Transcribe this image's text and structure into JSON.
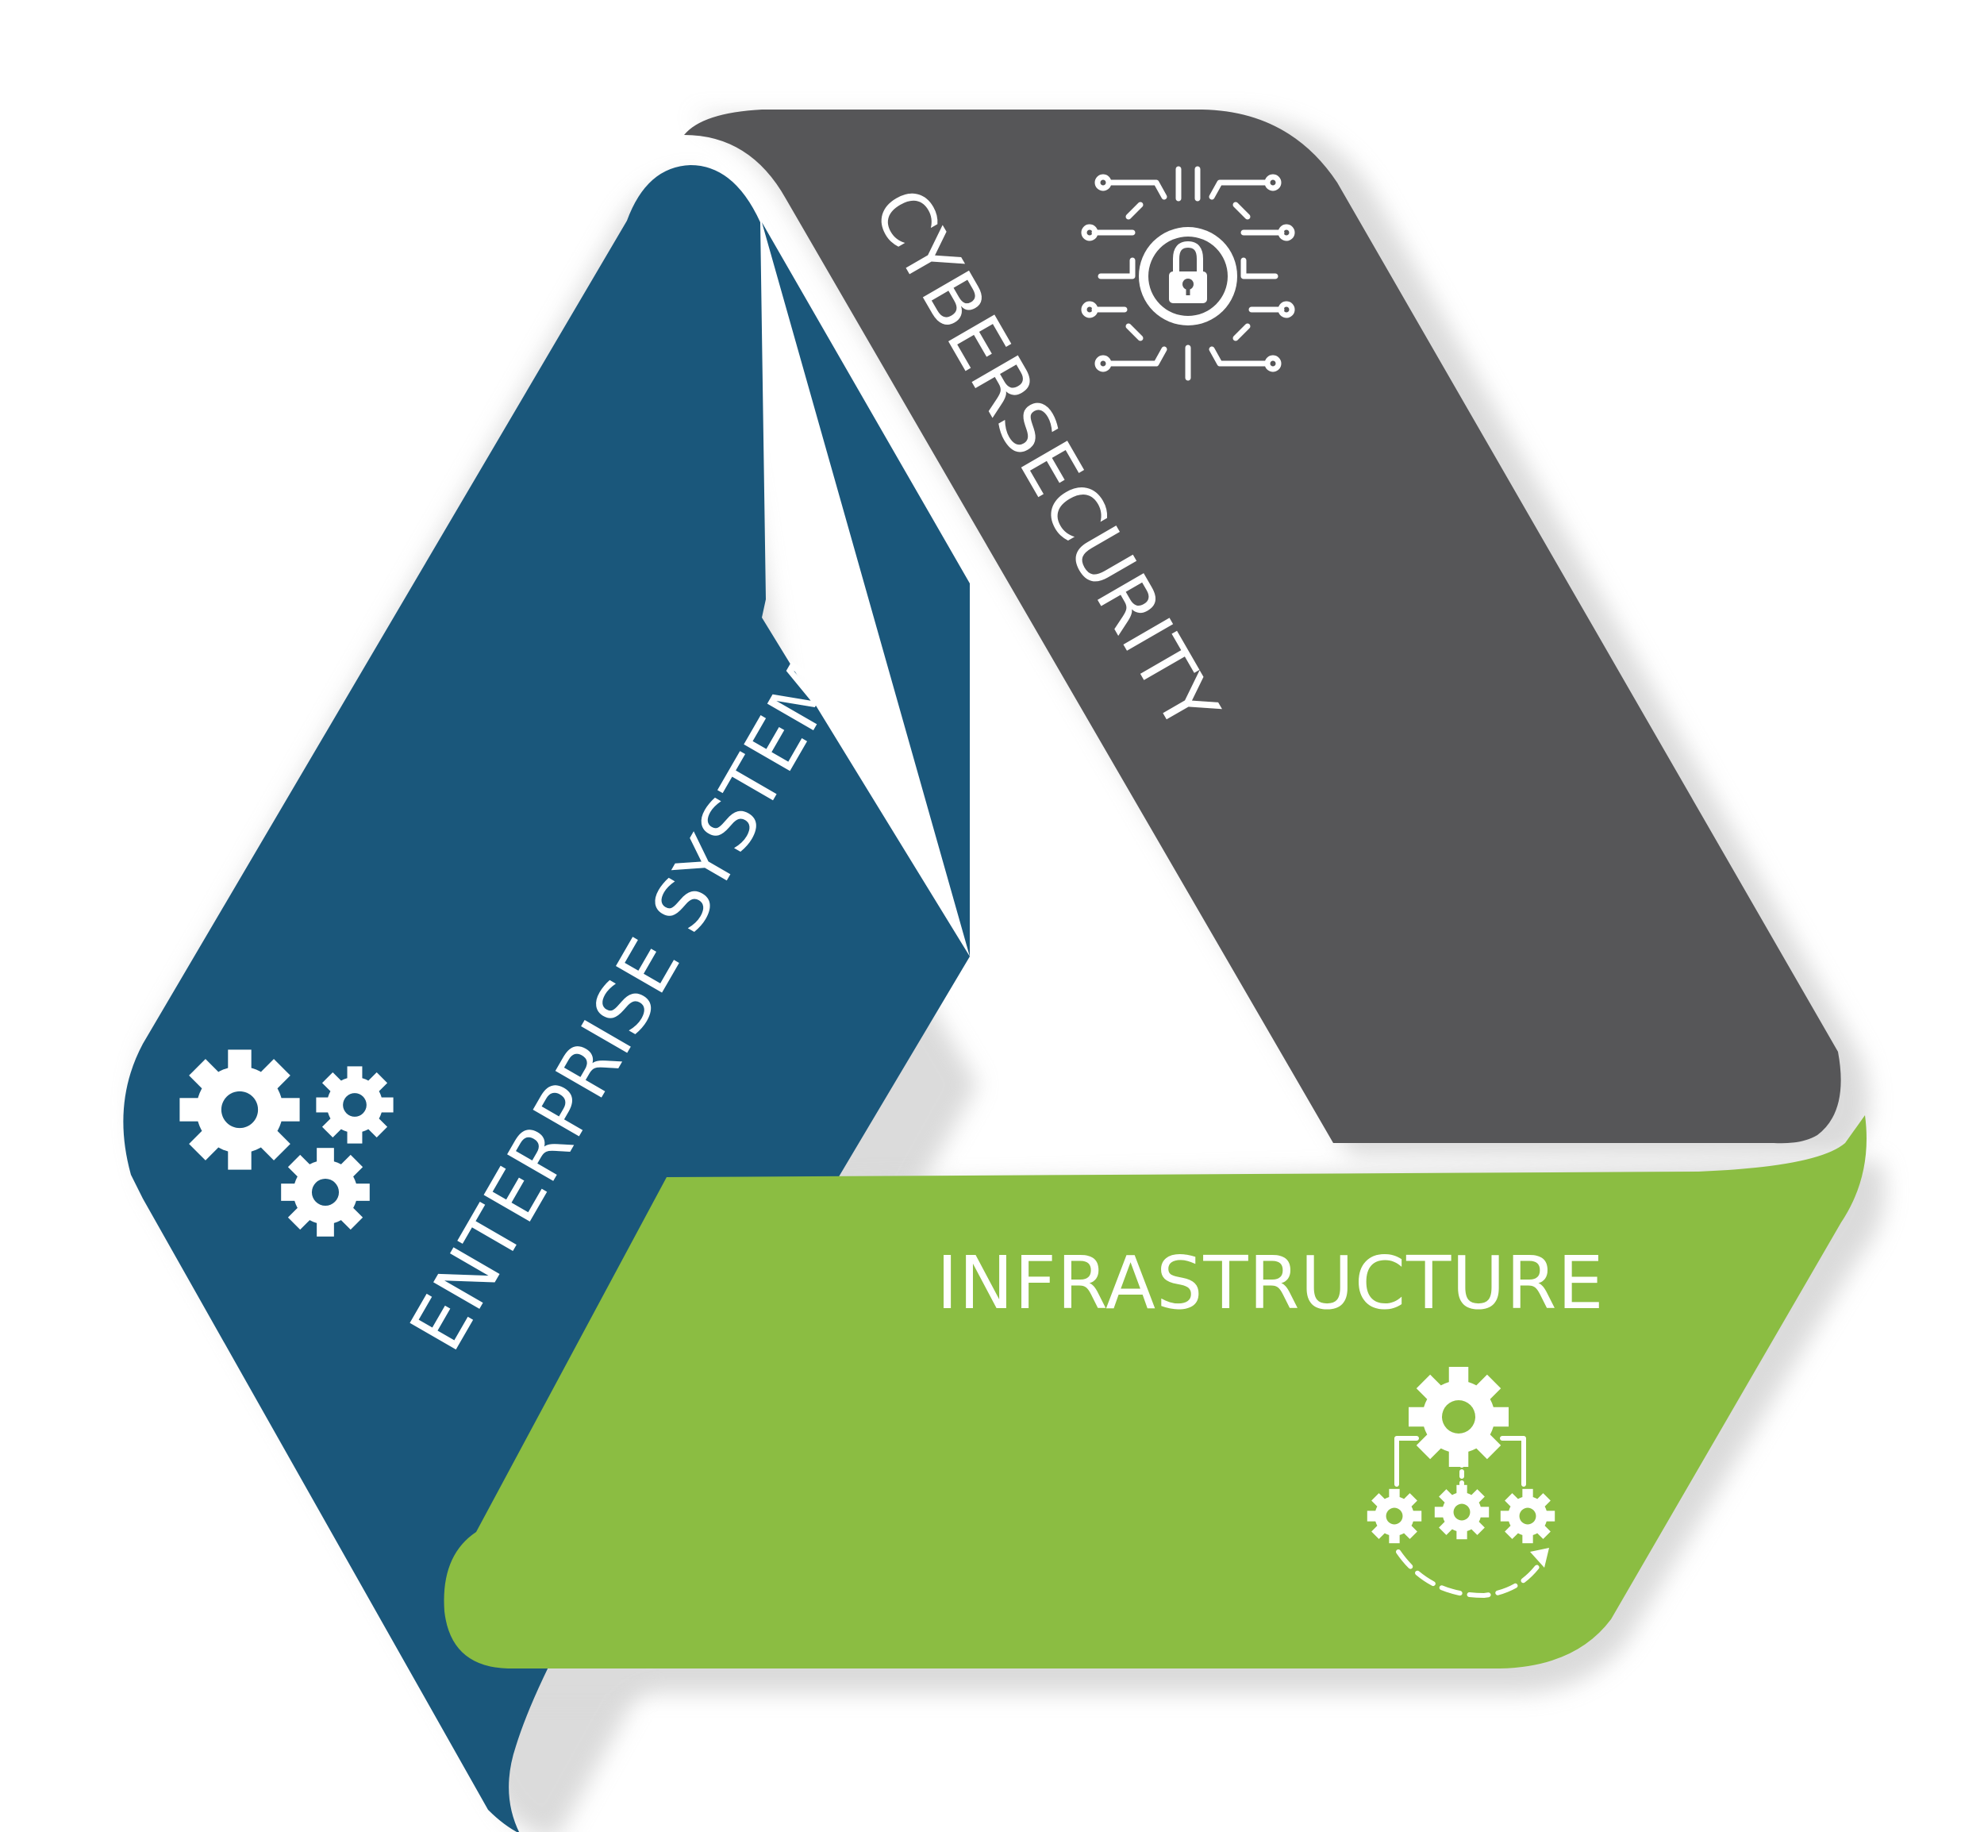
{
  "segments": {
    "enterprise": {
      "label": "ENTERPRISE SYSTEMS",
      "color": "#1a577b",
      "icon": "gears-icon"
    },
    "cybersecurity": {
      "label": "CYBERSECURITY",
      "color": "#565658",
      "icon": "circuit-lock-icon"
    },
    "infrastructure": {
      "label": "INFRASTRUCTURE",
      "color": "#8bbd42",
      "icon": "gear-network-icon"
    }
  },
  "colors": {
    "text": "#ffffff",
    "shadow": "#d9d9d9"
  }
}
